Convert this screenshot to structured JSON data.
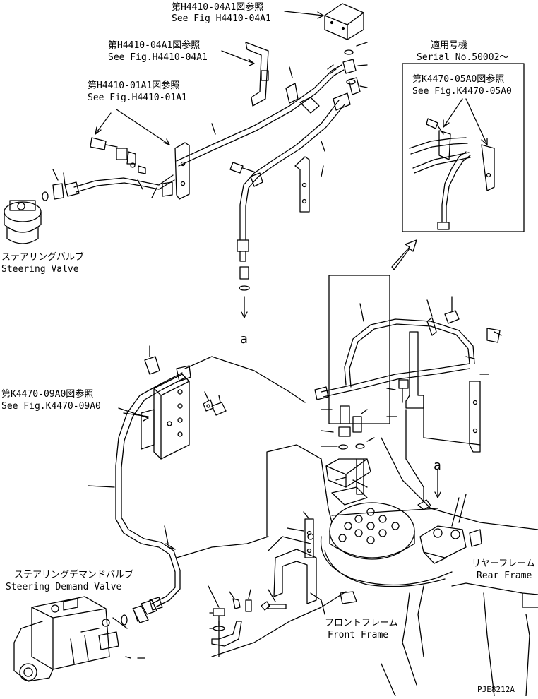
{
  "labels": {
    "ref_h4410_04a1_top_jp": "第H4410-04A1図参照",
    "ref_h4410_04a1_top_en": "See Fig H4410-04A1",
    "ref_h4410_04a1_jp": "第H4410-04A1図参照",
    "ref_h4410_04a1_en": "See Fig.H4410-04A1",
    "ref_h4410_01a1_jp": "第H4410-01A1図参照",
    "ref_h4410_01a1_en": "See Fig.H4410-01A1",
    "ref_k4470_05a0_jp": "第K4470-05A0図参照",
    "ref_k4470_05a0_en": "See Fig.K4470-05A0",
    "ref_k4470_09a0_jp": "第K4470-09A0図参照",
    "ref_k4470_09a0_en": "See Fig.K4470-09A0",
    "serial_jp": "適用号機",
    "serial_en": "Serial No.50002～",
    "steering_valve_jp": "ステアリングバルブ",
    "steering_valve_en": "Steering Valve",
    "demand_valve_jp": "ステアリングデマンドバルブ",
    "demand_valve_en": "Steering Demand Valve",
    "rear_frame_jp": "リヤーフレーム",
    "rear_frame_en": "Rear Frame",
    "front_frame_jp": "フロントフレーム",
    "front_frame_en": "Front Frame",
    "connector_a_top": "a",
    "connector_a_bottom": "a",
    "drawing_code": "PJE8212A"
  }
}
